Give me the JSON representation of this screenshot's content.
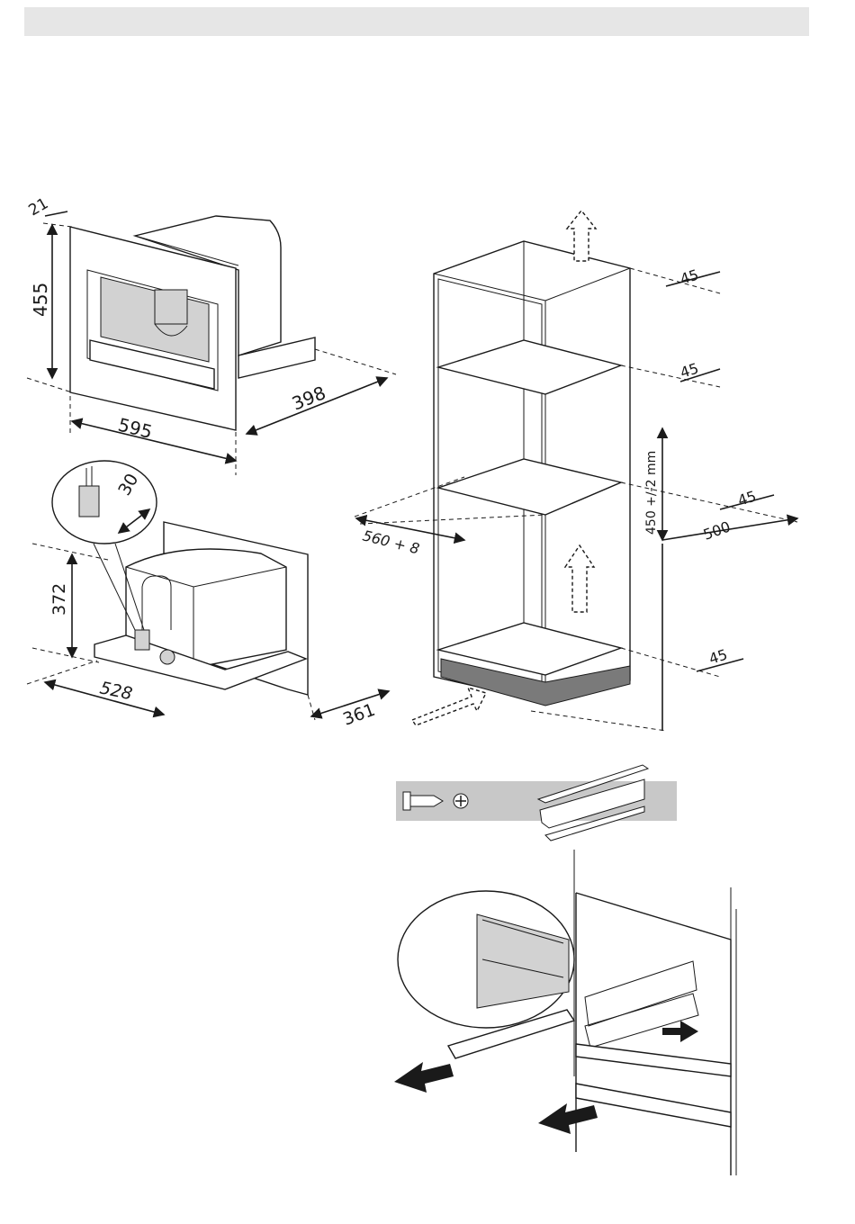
{
  "dimensions": {
    "machine_depth_offset": "21",
    "machine_height": "455",
    "machine_width": "595",
    "machine_depth": "398",
    "connection_offset": "30",
    "connection_height": "372",
    "connection_width": "528",
    "connection_depth": "361",
    "niche_height": "450 +/-2 mm",
    "niche_width": "560 + 8",
    "niche_depth": "500",
    "vent_top": "45",
    "vent_shelf": "45",
    "vent_middle": "45",
    "vent_bottom": "45"
  },
  "icons": [
    "screw-icon",
    "phillips-head-icon",
    "mounting-rail-icon",
    "arrow-icon"
  ],
  "colors": {
    "header_bar": "#e6e6e6",
    "panel_grey": "#c8c8c8",
    "plinth": "#7a7a7a"
  }
}
